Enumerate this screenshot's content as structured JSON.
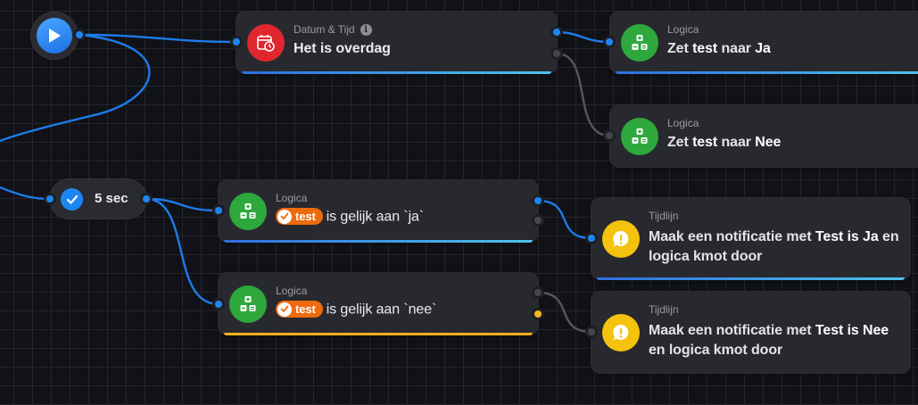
{
  "canvas": {
    "grid": true,
    "background": "#111217"
  },
  "colors": {
    "accent_blue": "#1d86f5",
    "red": "#e0272f",
    "green": "#2ea83c",
    "yellow": "#f5c20e",
    "orange": "#ee6a0e"
  },
  "start": {
    "icon": "play-icon"
  },
  "delay": {
    "icon": "check-circle-icon",
    "label": "5 sec"
  },
  "nodes": {
    "datetime": {
      "category": "Datum & Tijd",
      "icon": "calendar-clock-icon",
      "info_icon": "i",
      "title": "Het is overdag"
    },
    "set_ja": {
      "category": "Logica",
      "icon": "calculator-icon",
      "title_parts": [
        "Zet",
        "test",
        "naar",
        "Ja"
      ]
    },
    "set_nee": {
      "category": "Logica",
      "icon": "calculator-icon",
      "title_parts": [
        "Zet",
        "test",
        "naar",
        "Nee"
      ]
    },
    "cond_ja": {
      "category": "Logica",
      "icon": "calculator-icon",
      "variable": "test",
      "condition": "is gelijk aan `ja`"
    },
    "cond_nee": {
      "category": "Logica",
      "icon": "calculator-icon",
      "variable": "test",
      "condition": "is gelijk aan `nee`"
    },
    "notif_ja": {
      "category": "Tijdlijn",
      "icon": "notification-alert-icon",
      "text_prefix": "Maak een notificatie met",
      "text_bold": "Test is Ja",
      "text_suffix": "en logica kmot door"
    },
    "notif_nee": {
      "category": "Tijdlijn",
      "icon": "notification-alert-icon",
      "text_prefix": "Maak een notificatie met",
      "text_bold": "Test is Nee",
      "text_suffix": "en logica kmot door"
    }
  }
}
